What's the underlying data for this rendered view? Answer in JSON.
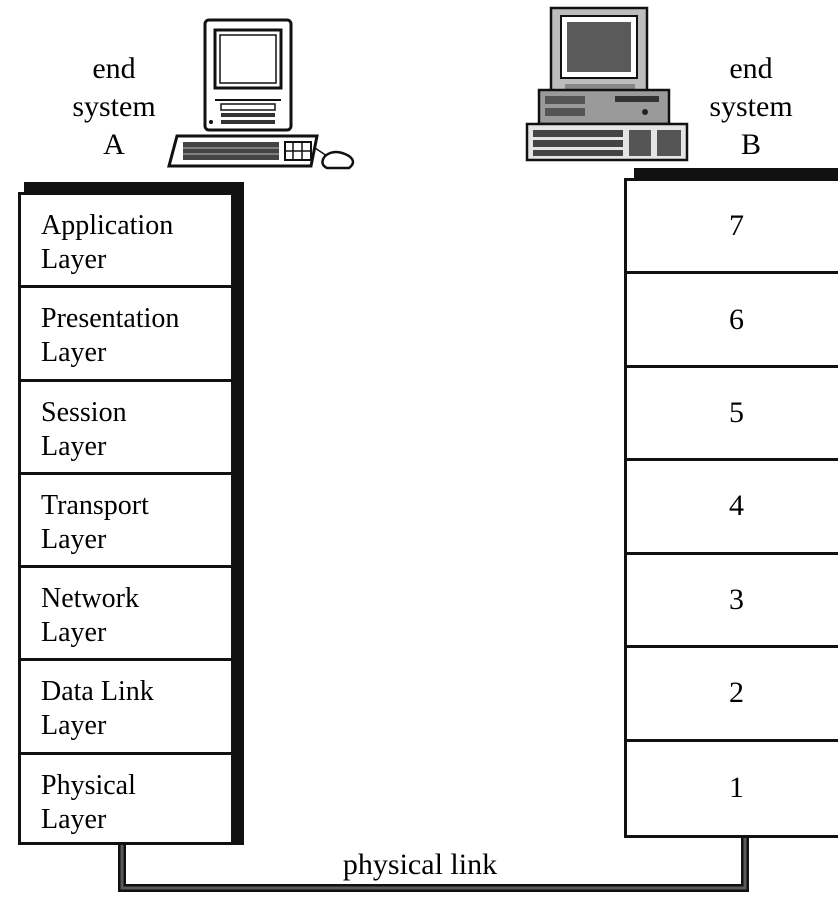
{
  "end_system_a": {
    "label_lines": [
      "end",
      "system",
      "A"
    ],
    "icon": "desktop-computer-icon"
  },
  "end_system_b": {
    "label_lines": [
      "end",
      "system",
      "B"
    ],
    "icon": "desktop-computer-icon"
  },
  "stack_a": {
    "layers": [
      {
        "line1": "Application",
        "line2": "Layer"
      },
      {
        "line1": "Presentation",
        "line2": "Layer"
      },
      {
        "line1": "Session",
        "line2": "Layer"
      },
      {
        "line1": "Transport",
        "line2": "Layer"
      },
      {
        "line1": "Network",
        "line2": "Layer"
      },
      {
        "line1": "Data Link",
        "line2": "Layer"
      },
      {
        "line1": "Physical",
        "line2": "Layer"
      }
    ]
  },
  "stack_b": {
    "layers": [
      "7",
      "6",
      "5",
      "4",
      "3",
      "2",
      "1"
    ]
  },
  "link": {
    "label": "physical link",
    "color": "#5a5a5a"
  }
}
